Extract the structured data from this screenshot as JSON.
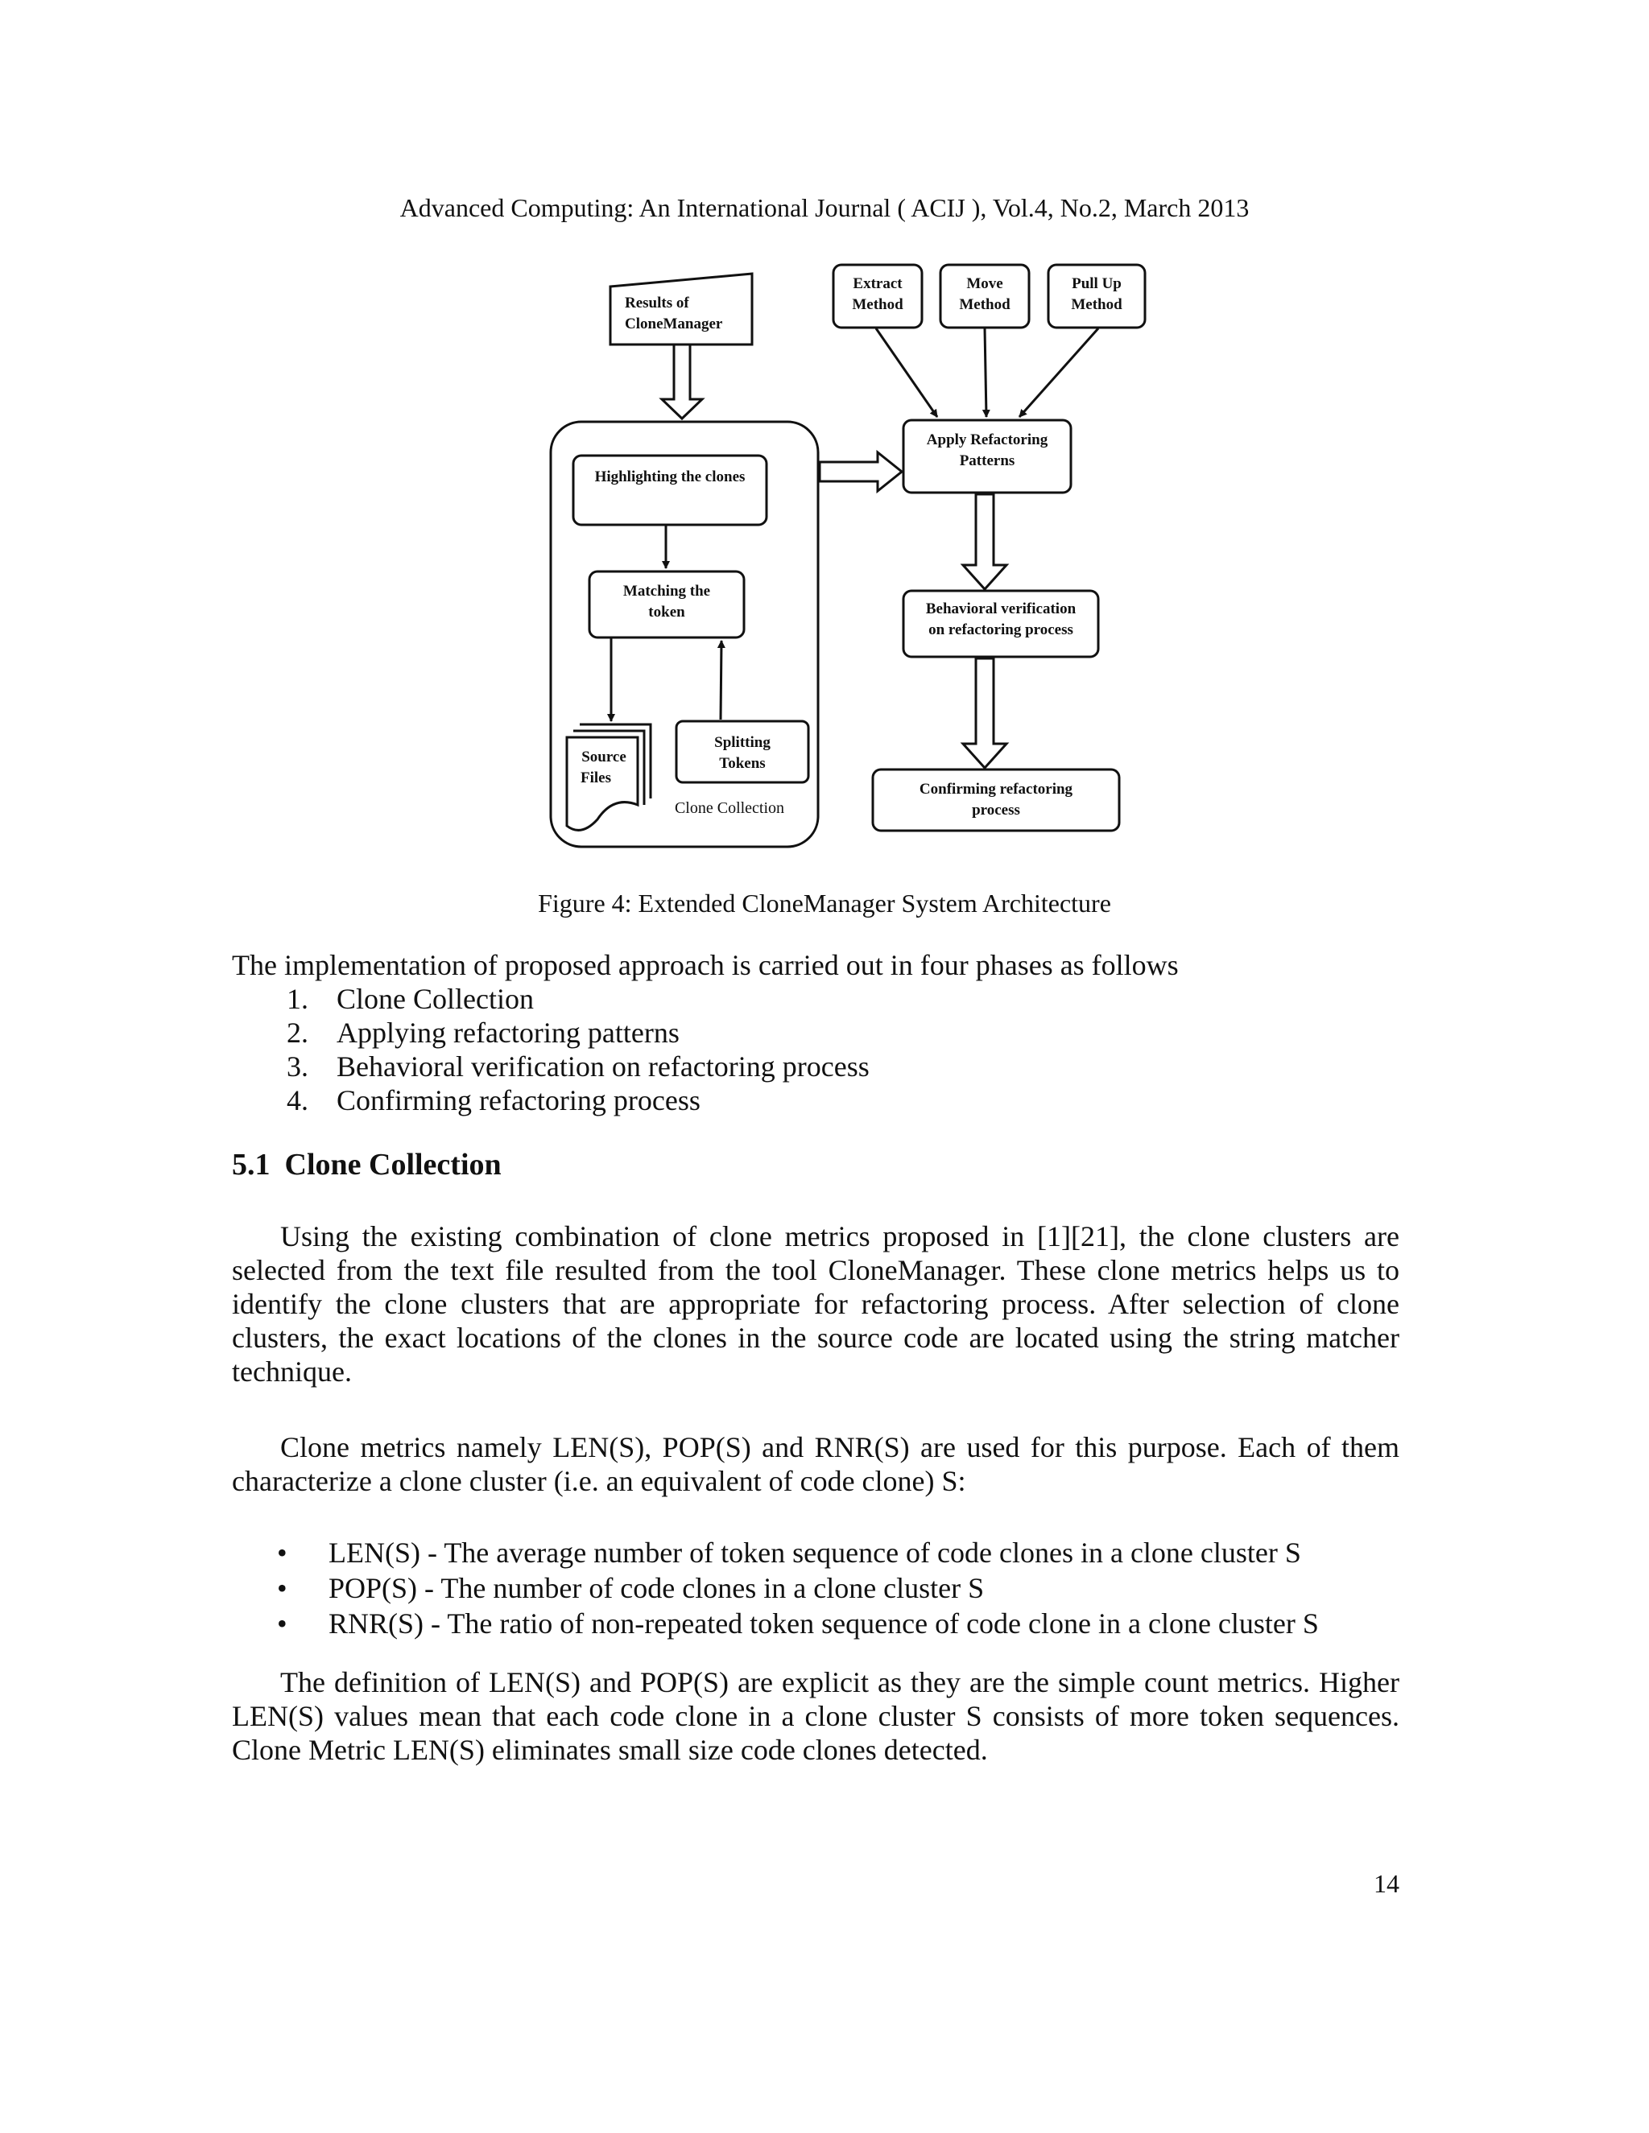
{
  "header": {
    "journal": "Advanced Computing: An International Journal ( ACIJ ), Vol.4, No.2, March 2013"
  },
  "figure": {
    "results_line1": "Results of",
    "results_line2": "CloneManager",
    "extract_line1": "Extract",
    "extract_line2": "Method",
    "move_line1": "Move",
    "move_line2": "Method",
    "pullup_line1": "Pull Up",
    "pullup_line2": "Method",
    "highlighting": "Highlighting the clones",
    "matching_line1": "Matching the",
    "matching_line2": "token",
    "source_line1": "Source",
    "source_line2": "Files",
    "splitting_line1": "Splitting",
    "splitting_line2": "Tokens",
    "clone_collection_label": "Clone Collection",
    "apply_line1": "Apply Refactoring",
    "apply_line2": "Patterns",
    "behavioral_line1": "Behavioral verification",
    "behavioral_line2": "on refactoring process",
    "confirming_line1": "Confirming refactoring",
    "confirming_line2": "process",
    "caption": "Figure 4: Extended CloneManager System Architecture"
  },
  "body": {
    "intro": "The implementation of proposed approach is carried out in four phases as follows",
    "phases": [
      {
        "num": "1.",
        "text": "Clone Collection"
      },
      {
        "num": "2.",
        "text": "Applying refactoring patterns"
      },
      {
        "num": "3.",
        "text": "Behavioral verification on refactoring process"
      },
      {
        "num": "4.",
        "text": "Confirming refactoring process"
      }
    ],
    "section_number": "5.1",
    "section_title": "Clone Collection",
    "para1": "Using the existing combination of clone metrics proposed in [1][21], the clone clusters are selected from the text file resulted from the tool CloneManager. These clone metrics helps us to identify the clone clusters that are appropriate for refactoring process. After selection of clone clusters, the exact locations of the clones in the source code are located using the string matcher technique.",
    "para2": "Clone metrics namely LEN(S), POP(S) and RNR(S) are used for this purpose. Each of them characterize a clone cluster (i.e. an equivalent of code clone) S:",
    "bullet_symbol": "•",
    "metrics": [
      "LEN(S) - The average number of token sequence of code clones in a clone cluster S",
      "POP(S) - The number of code clones in a clone cluster S",
      "RNR(S) - The ratio of non-repeated token sequence of code clone in a clone cluster S"
    ],
    "para3": "The definition of LEN(S) and POP(S) are explicit as they are the simple count metrics. Higher LEN(S) values mean that each code clone in a clone cluster S consists of more token sequences. Clone Metric LEN(S) eliminates small size code clones detected."
  },
  "page_number": "14"
}
